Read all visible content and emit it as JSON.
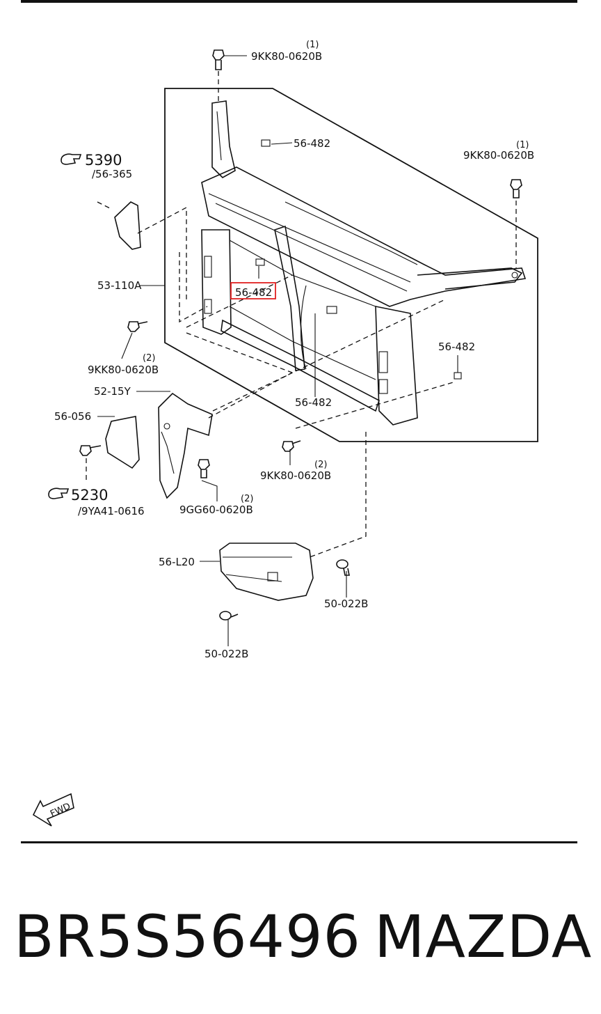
{
  "labels": {
    "top_bolt_qty": "(1)",
    "top_bolt": "9KK80-0620B",
    "clip_top": "56-482",
    "ref_5390": "5390",
    "ref_56365": "/56-365",
    "right_bolt_qty": "(1)",
    "right_bolt": "9KK80-0620B",
    "panel": "53-110A",
    "highlighted_clip": "56-482",
    "left_bolt_qty": "(2)",
    "left_bolt": "9KK80-0620B",
    "clip_right": "56-482",
    "bracket_52": "52-15Y",
    "bracket_56": "56-056",
    "clip_bottom": "56-482",
    "lower_bolt_qty": "(2)",
    "lower_bolt": "9KK80-0620B",
    "ref_5230": "5230",
    "ref_9ya41": "/9YA41-0616",
    "gg_bolt_qty": "(2)",
    "gg_bolt": "9GG60-0620B",
    "deflector": "56-L20",
    "clip_50a": "50-022B",
    "clip_50b": "50-022B",
    "fwd": "FWD"
  },
  "highlight_color": "#e02020",
  "footer": {
    "part_number": "BR5S56496",
    "brand": "MAZDA"
  }
}
